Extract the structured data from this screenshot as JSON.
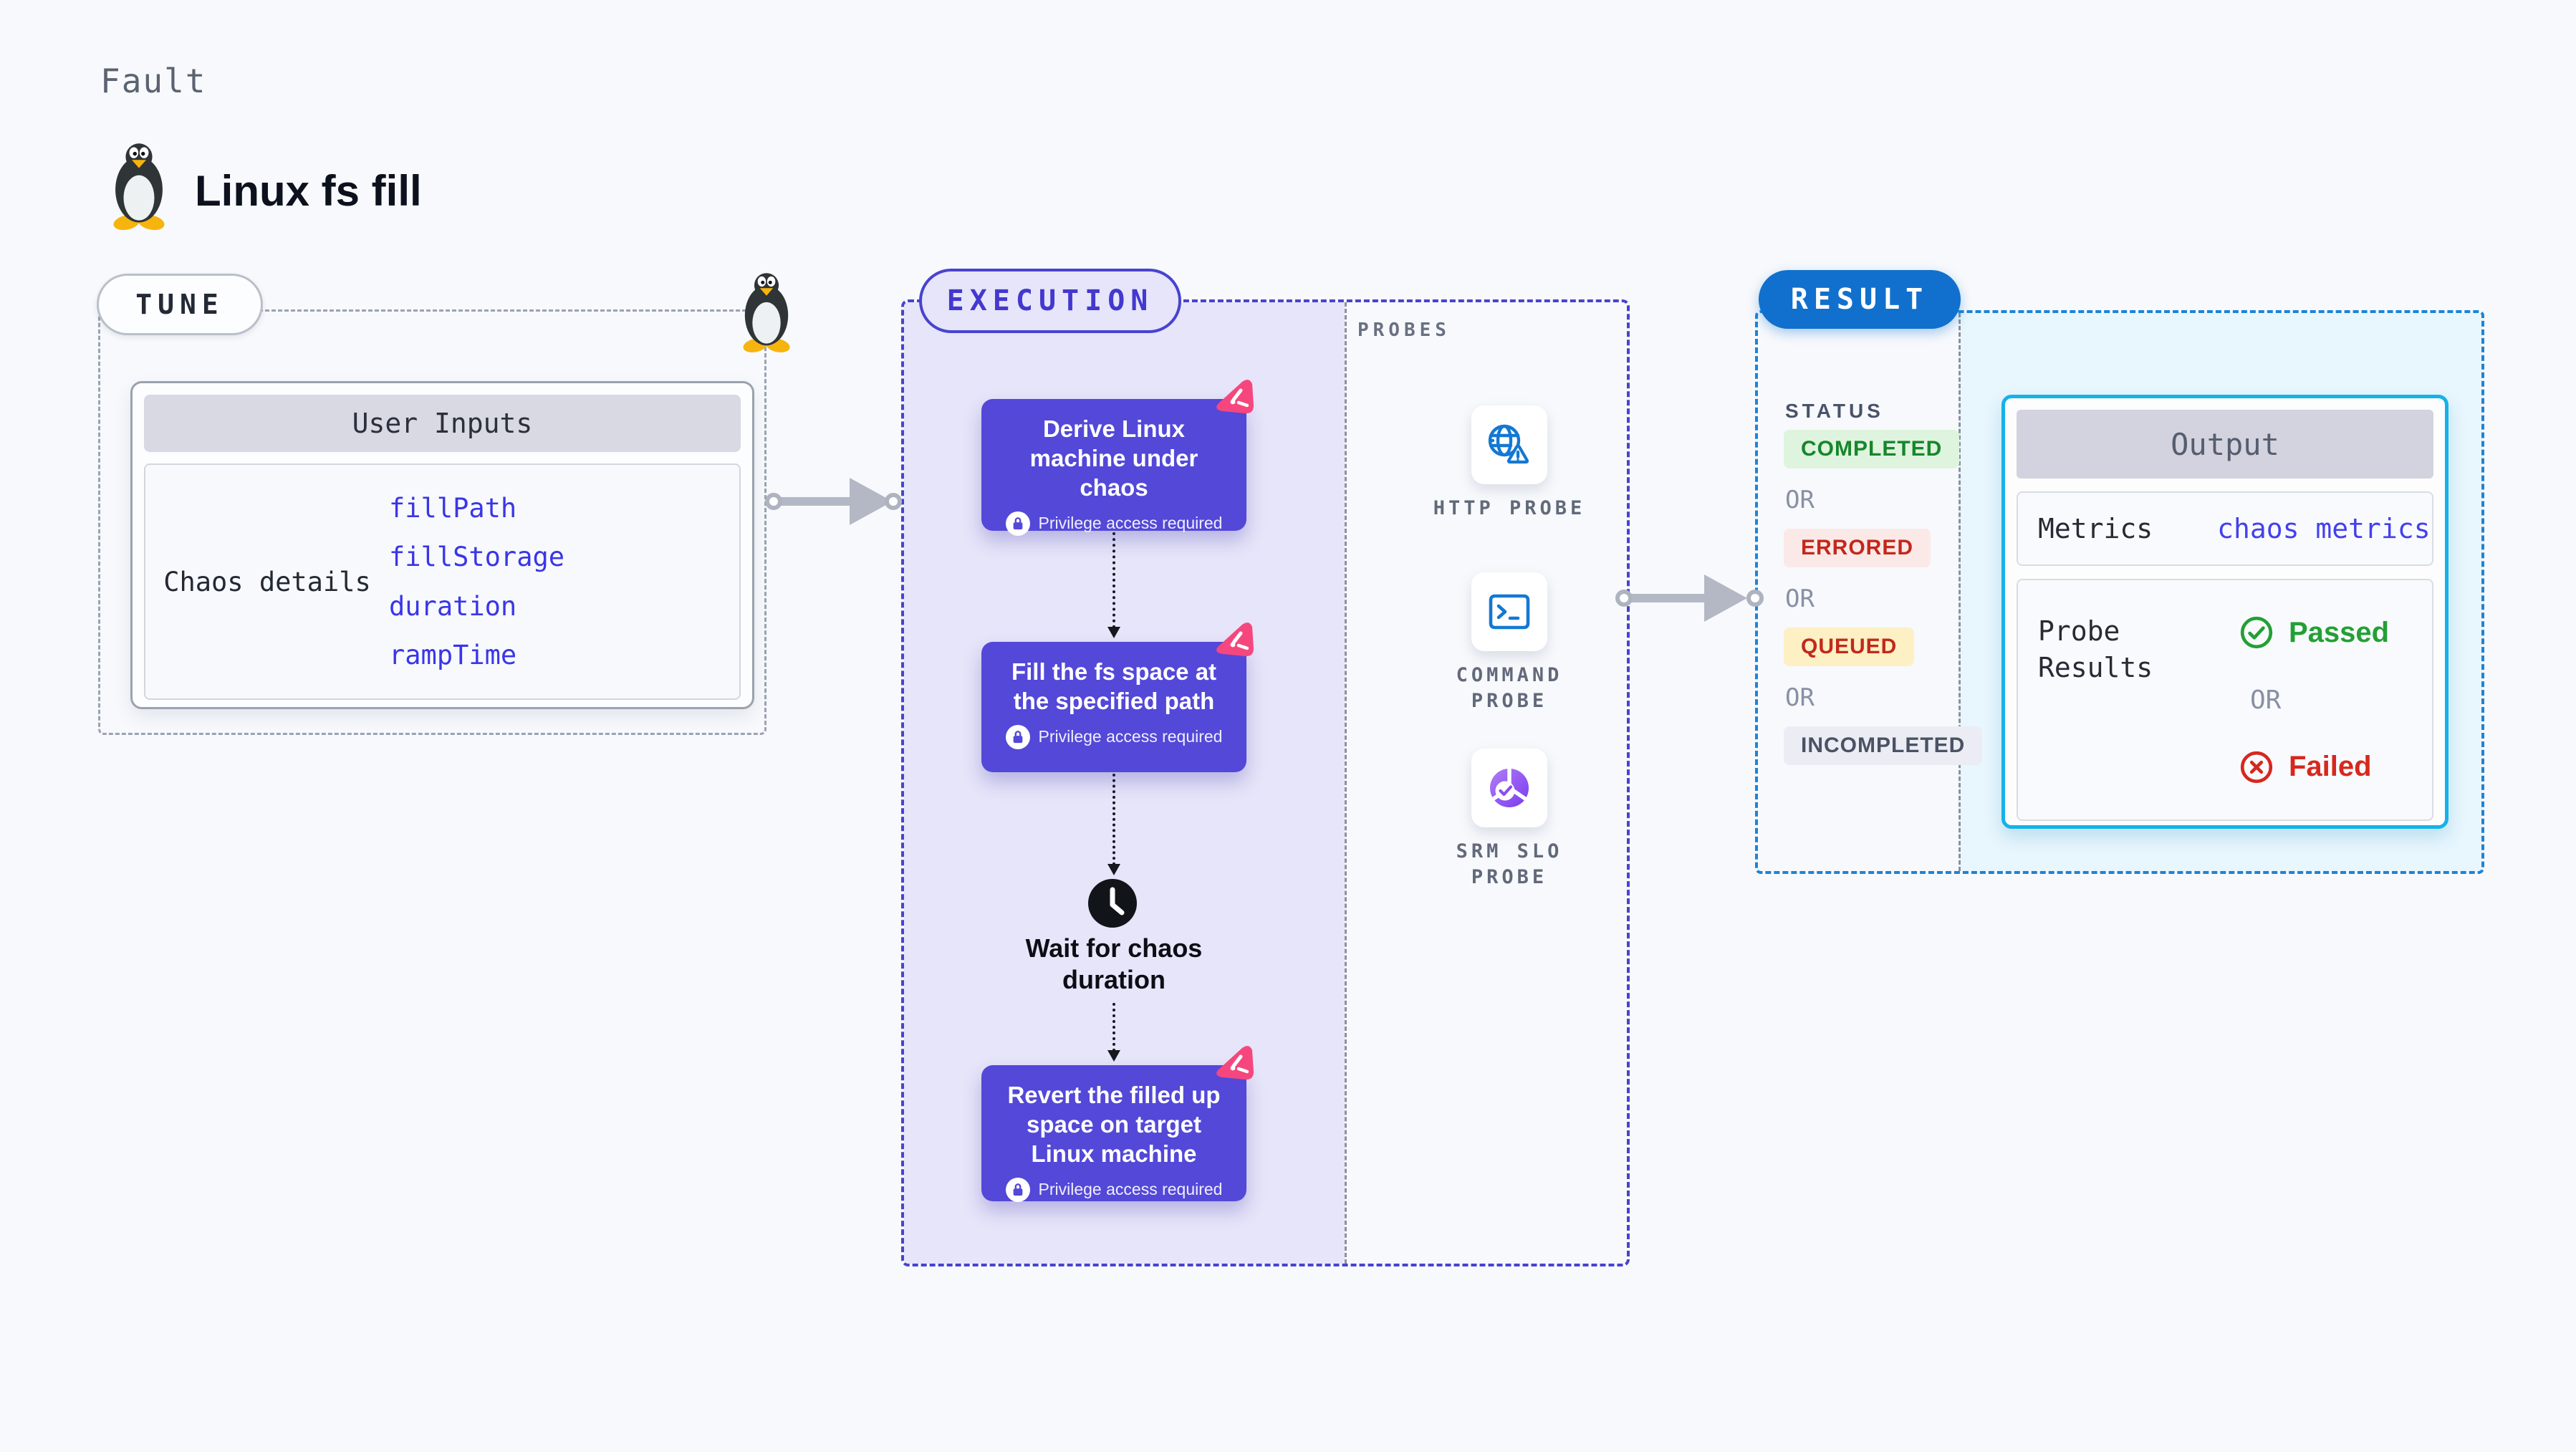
{
  "page": {
    "kicker": "Fault",
    "title": "Linux fs fill"
  },
  "tune": {
    "label": "TUNE",
    "card": {
      "header": "User Inputs",
      "row_label": "Chaos details",
      "inputs": [
        "fillPath",
        "fillStorage",
        "duration",
        "rampTime"
      ]
    }
  },
  "execution": {
    "label": "EXECUTION",
    "steps": [
      {
        "title": "Derive Linux machine under chaos",
        "note": "Privilege access required"
      },
      {
        "title": "Fill the fs space at the specified path",
        "note": "Privilege access required"
      },
      {
        "title": "Revert the filled up space on target Linux machine",
        "note": "Privilege access required"
      }
    ],
    "wait_label": "Wait for chaos duration"
  },
  "probes": {
    "label": "PROBES",
    "items": [
      {
        "name": "HTTP PROBE",
        "icon": "globe-alert-icon"
      },
      {
        "name": "COMMAND PROBE",
        "icon": "terminal-icon"
      },
      {
        "name": "SRM SLO PROBE",
        "icon": "slo-donut-check-icon"
      }
    ]
  },
  "result": {
    "label": "RESULT",
    "status": {
      "heading": "STATUS",
      "or": "OR",
      "badges": [
        {
          "text": "COMPLETED",
          "fg": "#17862b",
          "bg": "#def4de"
        },
        {
          "text": "ERRORED",
          "fg": "#c3281b",
          "bg": "#fbe9e8"
        },
        {
          "text": "QUEUED",
          "fg": "#c3281b",
          "bg": "#fcf0c4"
        },
        {
          "text": "INCOMPLETED",
          "fg": "#4a5265",
          "bg": "#ecedf4"
        }
      ]
    },
    "output": {
      "header": "Output",
      "metrics_label": "Metrics",
      "metrics_value": "chaos metrics",
      "probe_results_label": "Probe Results",
      "passed": "Passed",
      "or": "OR",
      "failed": "Failed"
    }
  },
  "colors": {
    "page_bg": "#f7f9fc",
    "execution_accent": "#4843ce",
    "execution_fill": "#e6e5f9",
    "step_card": "#5348d8",
    "chaos_badge": "#f5477e",
    "result_accent": "#1b84d7",
    "result_fill": "#e8f6fd",
    "result_pill": "#1170cd",
    "output_border": "#15b2e9",
    "input_value": "#3a36e8",
    "probe_icon_blue": "#1478d2",
    "passed_green": "#22a035",
    "failed_red": "#d6281e"
  }
}
